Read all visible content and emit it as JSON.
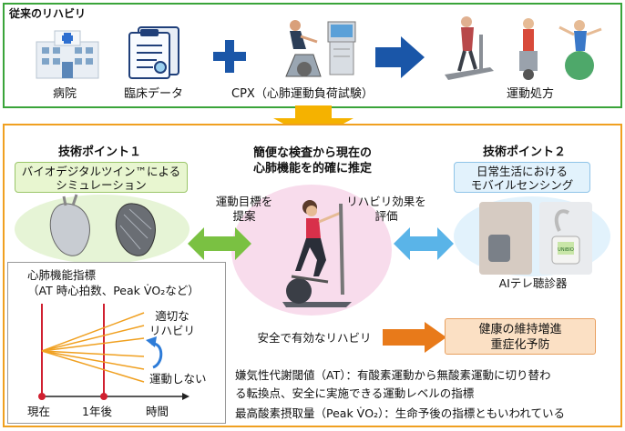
{
  "top": {
    "title": "従来のリハビリ",
    "hospital": "病院",
    "clinical_data": "臨床データ",
    "cpx": "CPX（心肺運動負荷試験）",
    "exercise": "運動処方"
  },
  "point1": {
    "heading": "技術ポイント１",
    "box_line1": "バイオデジタルツイン™による",
    "box_line2": "シミュレーション"
  },
  "point2": {
    "heading": "技術ポイント２",
    "box_line1": "日常生活における",
    "box_line2": "モバイルセンシング",
    "device_label": "AIテレ聴診器",
    "device_screen": "UNiBIO"
  },
  "center": {
    "line1": "簡便な検査から現在の",
    "line2": "心肺機能を的確に推定",
    "left_line1": "運動目標を",
    "left_line2": "提案",
    "right_line1": "リハビリ効果を",
    "right_line2": "評価",
    "safe": "安全で有効なリハビリ"
  },
  "chart": {
    "title_line1": "心肺機能指標",
    "title_line2": "（AT 時心拍数、Peak V̇O₂など）",
    "label_good1": "適切な",
    "label_good2": "リハビリ",
    "label_none": "運動しない",
    "x_now": "現在",
    "x_year": "1年後",
    "x_time": "時間"
  },
  "outcome": {
    "line1": "健康の維持増進",
    "line2": "重症化予防"
  },
  "definitions": {
    "line1": "嫌気性代謝閾値（AT）：有酸素運動から無酸素運動に切り替わ",
    "line2": "る転換点、安全に実施できる運動レベルの指標",
    "line3": "最高酸素摂取量（Peak V̇O₂）：生命予後の指標ともいわれている"
  },
  "colors": {
    "top_border": "#3aa43a",
    "bottom_border": "#f0a020",
    "arrow_blue": "#1a56a8",
    "arrow_yellow": "#f5b200",
    "arrow_green": "#7ac142",
    "arrow_lightblue": "#5ab4e8",
    "arrow_orange": "#e87a1a",
    "chart_lines": "#f0a020",
    "chart_axis_red": "#d02030"
  }
}
